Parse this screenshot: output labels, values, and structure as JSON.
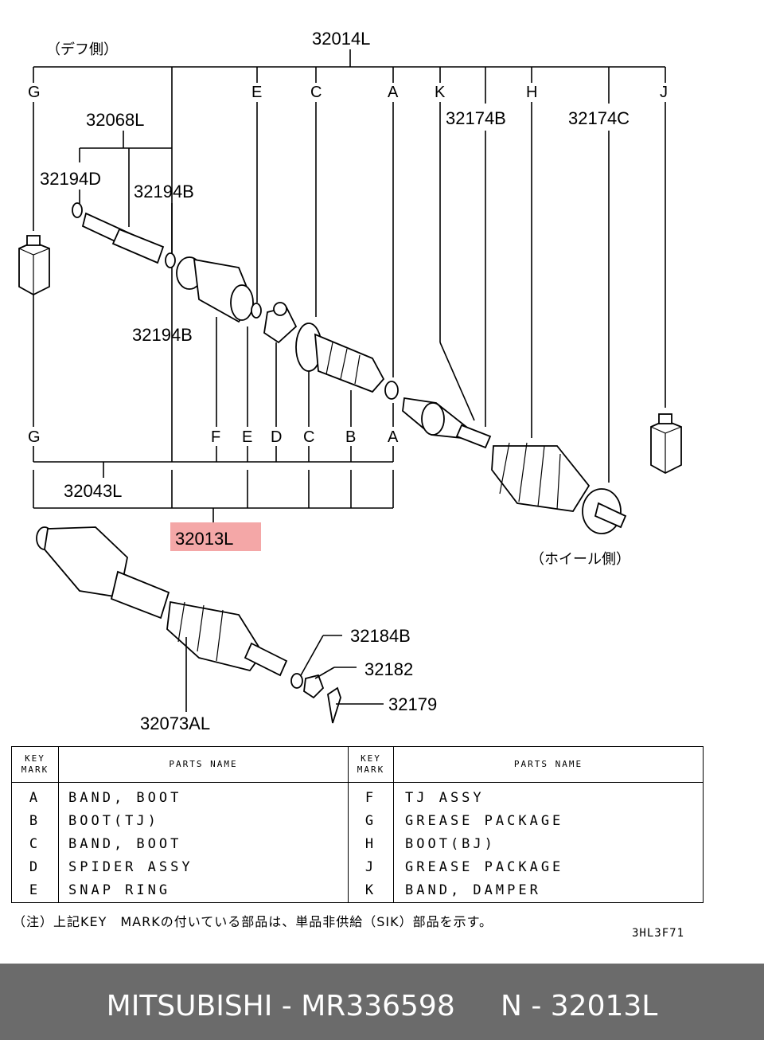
{
  "diagram": {
    "side_labels": {
      "diff_side": "（デフ側）",
      "wheel_side": "（ホイール側）"
    },
    "part_numbers": {
      "drive_shaft_assy": "32014L",
      "inner_shaft": "32068L",
      "snap_ring_inner": "32194D",
      "snap_ring_b_top": "32194B",
      "snap_ring_b_bottom": "32194B",
      "band_damper_b": "32174B",
      "band_damper_c": "32174C",
      "inboard_assy": "32043L",
      "highlighted": "32013L",
      "lower_assy": "32073AL",
      "washer": "32184B",
      "nut": "32182",
      "cotter_pin": "32179"
    },
    "top_keys": [
      "G",
      "E",
      "C",
      "A",
      "K",
      "H",
      "J"
    ],
    "bottom_keys": [
      "G",
      "F",
      "E",
      "D",
      "C",
      "B",
      "A"
    ],
    "highlight_color": "#f4a7a7"
  },
  "table": {
    "header": {
      "key": [
        "KEY",
        "MARK"
      ],
      "name": "PARTS NAME"
    },
    "rows": [
      {
        "key_left": "A",
        "name_left": "BAND, BOOT",
        "key_right": "F",
        "name_right": "TJ ASSY"
      },
      {
        "key_left": "B",
        "name_left": "BOOT(TJ)",
        "key_right": "G",
        "name_right": "GREASE PACKAGE"
      },
      {
        "key_left": "C",
        "name_left": "BAND, BOOT",
        "key_right": "H",
        "name_right": "BOOT(BJ)"
      },
      {
        "key_left": "D",
        "name_left": "SPIDER ASSY",
        "key_right": "J",
        "name_right": "GREASE PACKAGE"
      },
      {
        "key_left": "E",
        "name_left": "SNAP RING",
        "key_right": "K",
        "name_right": "BAND, DAMPER"
      }
    ]
  },
  "note": "（注）上記KEY　MARKの付いている部品は、単品非供給（SIK）部品を示す。",
  "drawing_code": "3HL3F71",
  "footer": "MITSUBISHI - MR336598     N - 32013L"
}
